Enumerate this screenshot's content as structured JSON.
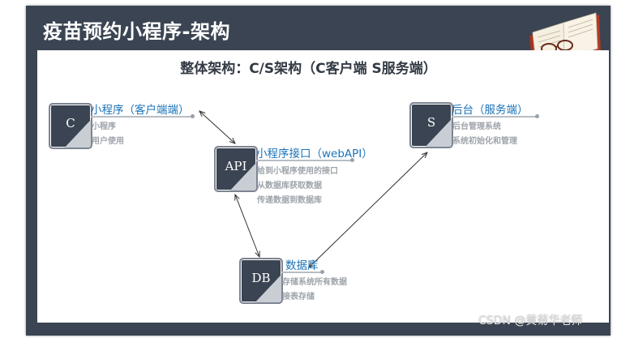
{
  "slide": {
    "title": "疫苗预约小程序-架构",
    "subtitle": "整体架构：C/S架构（C客户端 S服务端）"
  },
  "nodes": {
    "client": {
      "box_label": "C",
      "title": "小程序（客户端端）",
      "lines": [
        "小程序",
        "用户使用"
      ]
    },
    "api": {
      "box_label": "API",
      "title": "小程序接口（webAPI）",
      "lines": [
        "给到小程序使用的接口",
        "从数据库获取数据",
        "传递数据到数据库"
      ]
    },
    "server": {
      "box_label": "S",
      "title": "后台（服务端）",
      "lines": [
        "后台管理系统",
        "系统初始化和管理"
      ]
    },
    "db": {
      "box_label": "DB",
      "title": "数据库",
      "lines": [
        "存储系统所有数据",
        "接表存储"
      ]
    }
  },
  "connections": [
    {
      "from": "client",
      "to": "api",
      "bidirectional": true
    },
    {
      "from": "api",
      "to": "db",
      "bidirectional": true
    },
    {
      "from": "db",
      "to": "server",
      "bidirectional": true
    }
  ],
  "watermark": "CSDN @黄菊华老师",
  "icons": {
    "decoration": "open-book-with-glasses-icon"
  },
  "colors": {
    "frame": "#3b4452",
    "title_text": "#ffffff",
    "node_title": "#1a73b8",
    "desc_text": "#9ea4ab"
  }
}
